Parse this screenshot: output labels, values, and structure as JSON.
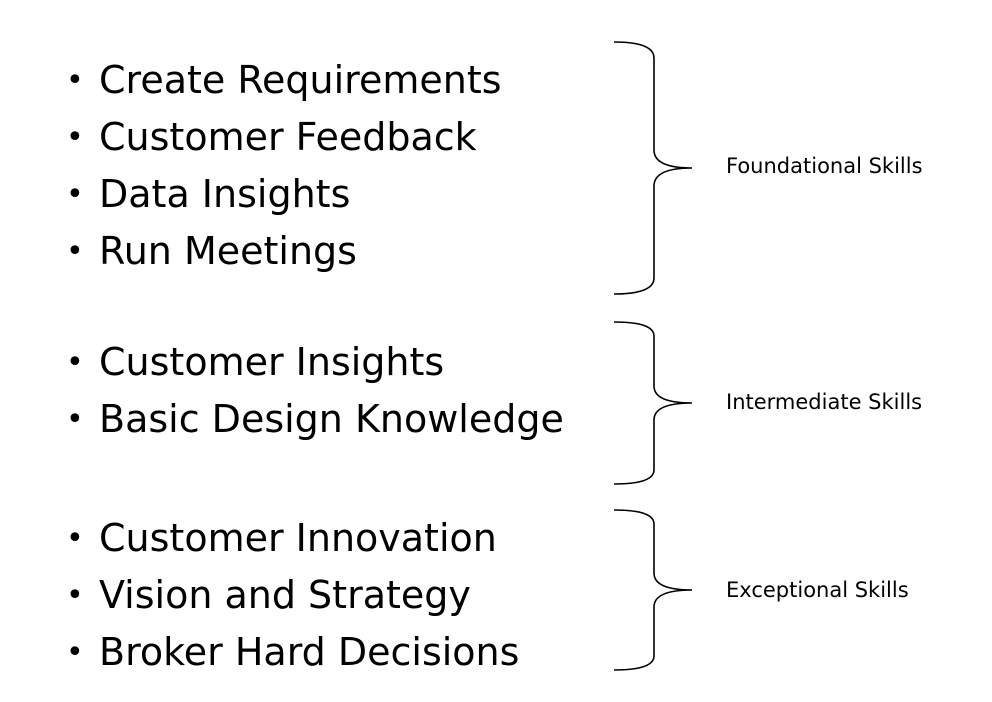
{
  "groups": [
    {
      "label": "Foundational Skills",
      "items": [
        "Create Requirements",
        "Customer Feedback",
        "Data Insights",
        "Run Meetings"
      ]
    },
    {
      "label": "Intermediate Skills",
      "items": [
        "Customer Insights",
        "Basic Design Knowledge"
      ]
    },
    {
      "label": "Exceptional Skills",
      "items": [
        "Customer Innovation",
        "Vision and Strategy",
        "Broker Hard Decisions"
      ]
    }
  ],
  "bullet_glyph": "•"
}
